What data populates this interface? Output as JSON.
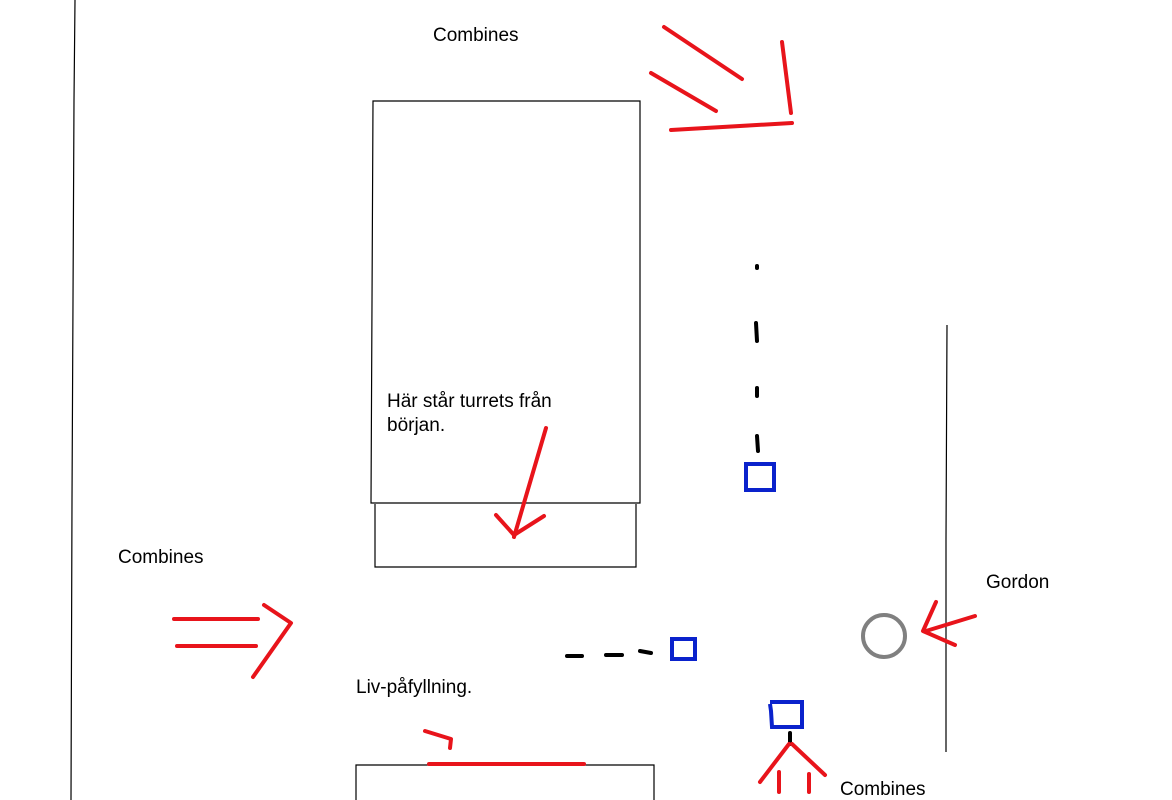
{
  "labels": {
    "combines_top": "Combines",
    "combines_left": "Combines",
    "combines_bottom": "Combines",
    "turrets_line1": "Här står turrets från",
    "turrets_line2": "början.",
    "gordon": "Gordon",
    "refill": "Liv-påfyllning."
  },
  "colors": {
    "arrow": "#e8141b",
    "turret": "#0a22cc",
    "gordon": "#808080",
    "line": "#000000",
    "background": "#ffffff"
  }
}
